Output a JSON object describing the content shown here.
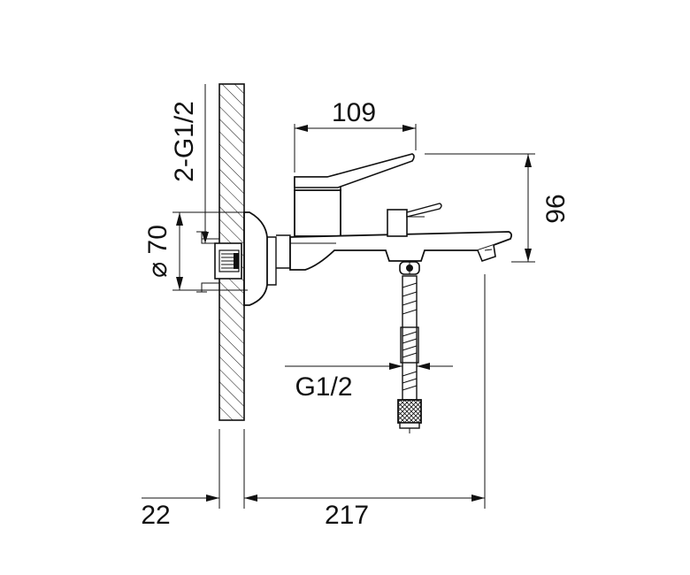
{
  "dimensions": {
    "connection_thread": "2-G1/2",
    "flange_diameter": "⌀ 70",
    "spout_height": "96",
    "lever_length": "109",
    "hose_thread": "G1/2",
    "wall_offset": "22",
    "total_projection": "217"
  }
}
